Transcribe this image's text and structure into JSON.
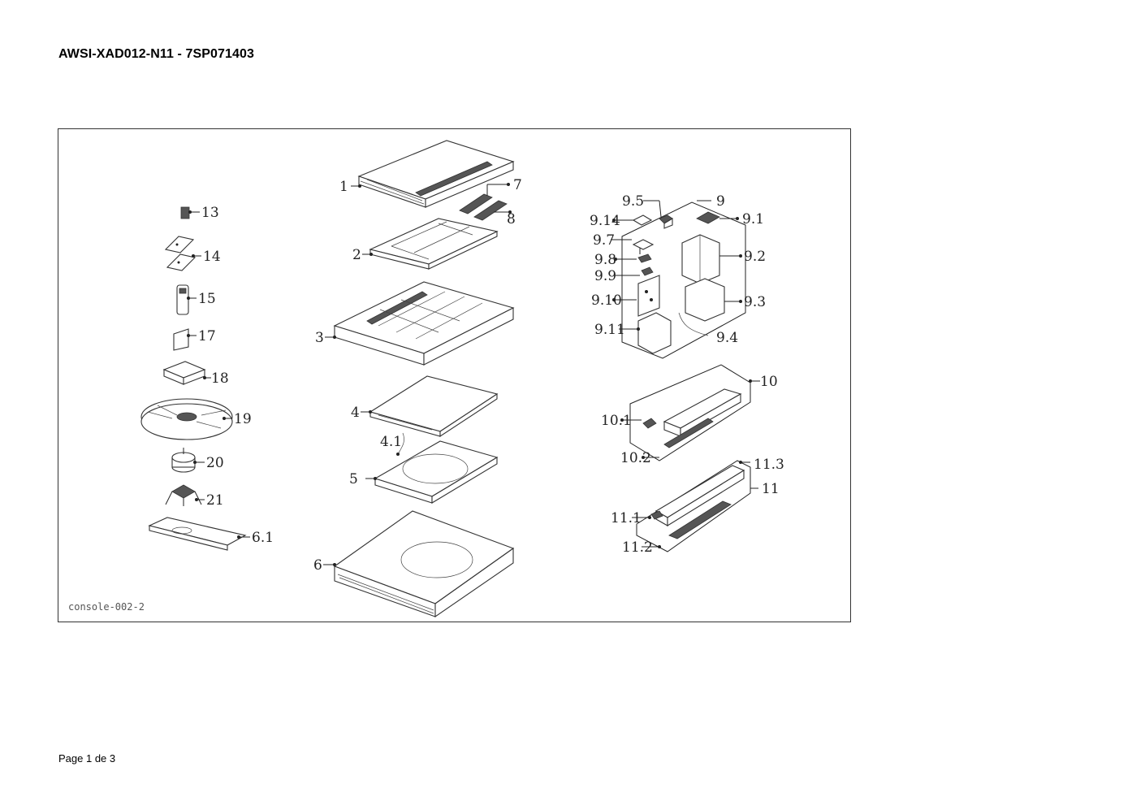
{
  "document": {
    "title": "AWSI-XAD012-N11 - 7SP071403",
    "footer": "Page 1 de 3"
  },
  "diagram": {
    "drawing_code": "console-002-2",
    "labels": {
      "p1": "1",
      "p2": "2",
      "p3": "3",
      "p4": "4",
      "p4_1": "4.1",
      "p5": "5",
      "p6": "6",
      "p6_1": "6.1",
      "p7": "7",
      "p8": "8",
      "p9": "9",
      "p9_1": "9.1",
      "p9_2": "9.2",
      "p9_3": "9.3",
      "p9_4": "9.4",
      "p9_5": "9.5",
      "p9_7": "9.7",
      "p9_8": "9.8",
      "p9_9": "9.9",
      "p9_10": "9.10",
      "p9_11": "9.11",
      "p9_14": "9.14",
      "p10": "10",
      "p10_1": "10.1",
      "p10_2": "10.2",
      "p11": "11",
      "p11_1": "11.1",
      "p11_2": "11.2",
      "p11_3": "11.3",
      "p13": "13",
      "p14": "14",
      "p15": "15",
      "p17": "17",
      "p18": "18",
      "p19": "19",
      "p20": "20",
      "p21": "21"
    }
  }
}
